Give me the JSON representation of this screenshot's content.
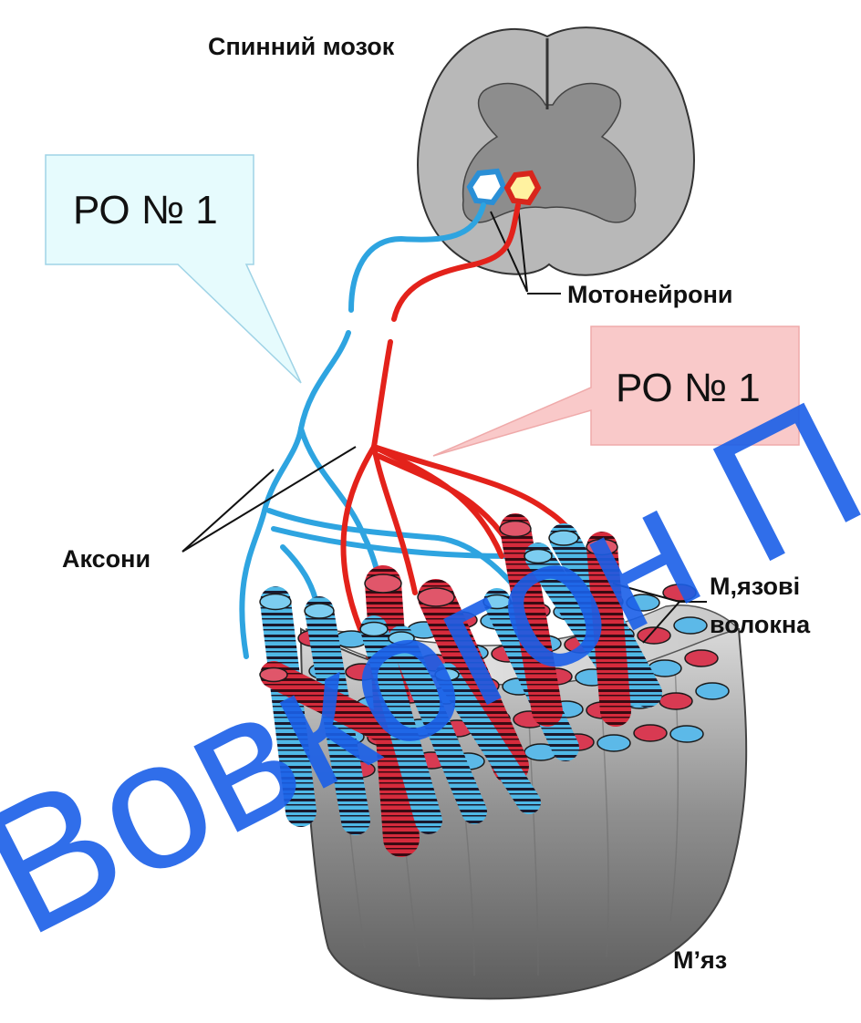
{
  "labels": {
    "spinal_cord": "Спинний мозок",
    "motoneurons": "Мотонейрони",
    "axons": "Аксони",
    "muscle_fibers_line1": "М,язові",
    "muscle_fibers_line2": "волокна",
    "muscle": "М’яз"
  },
  "callouts": {
    "blue": "РО № 1",
    "red": "РО № 1"
  },
  "watermark": "Вовкогон П.С.,",
  "colors": {
    "blue_unit": "#29a6e0",
    "red_unit": "#e8251e",
    "callout_blue_fill": "#e6fbfd",
    "callout_red_fill": "#f9c9c9",
    "spinal_cord": "#a8a8a8",
    "watermark": "#1a5fe8"
  }
}
